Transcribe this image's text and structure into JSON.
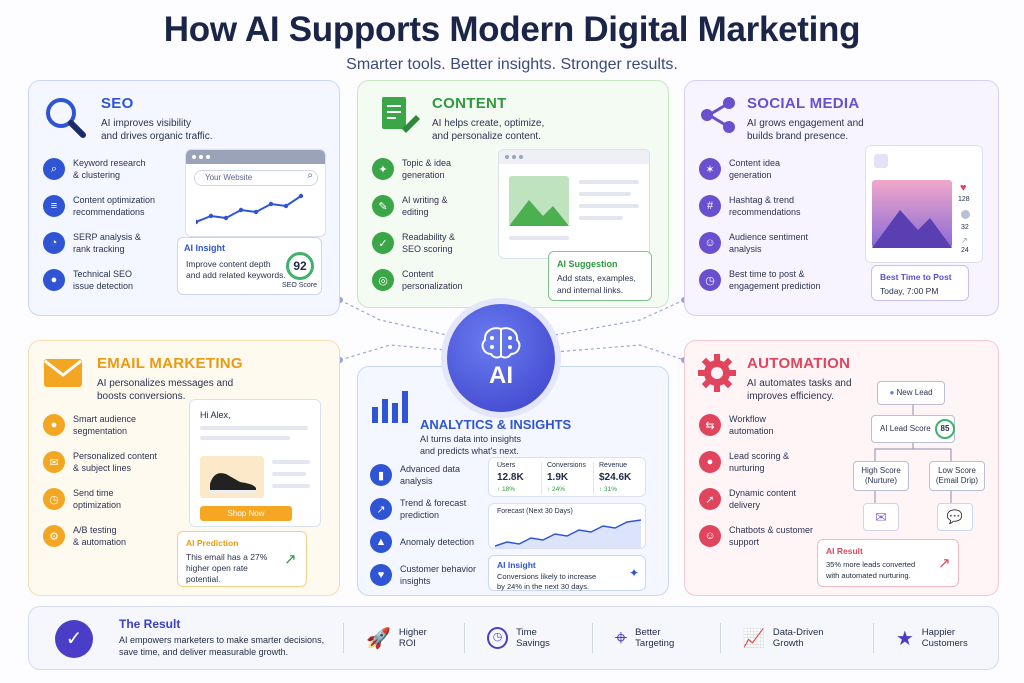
{
  "header": {
    "title": "How AI Supports Modern Digital Marketing",
    "subtitle": "Smarter tools. Better insights. Stronger results."
  },
  "hub": {
    "label": "AI"
  },
  "seo": {
    "title": "SEO",
    "desc1": "AI improves visibility",
    "desc2": "and drives organic traffic.",
    "items": [
      {
        "l1": "Keyword research",
        "l2": "& clustering"
      },
      {
        "l1": "Content optimization",
        "l2": "recommendations"
      },
      {
        "l1": "SERP analysis &",
        "l2": "rank tracking"
      },
      {
        "l1": "Technical SEO",
        "l2": "issue detection"
      }
    ],
    "browser_placeholder": "Your Website",
    "insight": {
      "title": "AI Insight",
      "l1": "Improve content depth",
      "l2": "and add related keywords.",
      "score": "92",
      "score_label": "SEO Score"
    }
  },
  "content": {
    "title": "CONTENT",
    "desc1": "AI helps create, optimize,",
    "desc2": "and personalize content.",
    "items": [
      {
        "l1": "Topic & idea",
        "l2": "generation"
      },
      {
        "l1": "AI writing &",
        "l2": "editing"
      },
      {
        "l1": "Readability &",
        "l2": "SEO scoring"
      },
      {
        "l1": "Content",
        "l2": "personalization"
      }
    ],
    "suggestion": {
      "title": "AI Suggestion",
      "l1": "Add stats, examples,",
      "l2": "and internal links."
    }
  },
  "social": {
    "title": "SOCIAL MEDIA",
    "desc1": "AI grows engagement and",
    "desc2": "builds brand presence.",
    "items": [
      {
        "l1": "Content idea",
        "l2": "generation"
      },
      {
        "l1": "Hashtag & trend",
        "l2": "recommendations"
      },
      {
        "l1": "Audience sentiment",
        "l2": "analysis"
      },
      {
        "l1": "Best time to post &",
        "l2": "engagement prediction"
      }
    ],
    "likes": "128",
    "comments": "32",
    "shares": "24",
    "best_time": {
      "title": "Best Time to Post",
      "value": "Today, 7:00 PM"
    }
  },
  "email": {
    "title": "EMAIL MARKETING",
    "desc1": "AI personalizes messages and",
    "desc2": "boosts conversions.",
    "items": [
      {
        "l1": "Smart audience",
        "l2": "segmentation"
      },
      {
        "l1": "Personalized content",
        "l2": "& subject lines"
      },
      {
        "l1": "Send time",
        "l2": "optimization"
      },
      {
        "l1": "A/B testing",
        "l2": "& automation"
      }
    ],
    "greeting": "Hi Alex,",
    "cta": "Shop Now",
    "prediction": {
      "title": "AI Prediction",
      "l1": "This email has a 27%",
      "l2": "higher open rate",
      "l3": "potential."
    }
  },
  "analytics": {
    "title": "ANALYTICS & INSIGHTS",
    "desc1": "AI turns data into insights",
    "desc2": "and predicts what's next.",
    "items": [
      {
        "l1": "Advanced data",
        "l2": "analysis"
      },
      {
        "l1": "Trend & forecast",
        "l2": "prediction"
      },
      {
        "l1": "Anomaly detection",
        "l2": ""
      },
      {
        "l1": "Customer behavior",
        "l2": "insights"
      }
    ],
    "kpis": [
      {
        "label": "Users",
        "value": "12.8K",
        "delta": "↑ 18%"
      },
      {
        "label": "Conversions",
        "value": "1.9K",
        "delta": "↑ 24%"
      },
      {
        "label": "Revenue",
        "value": "$24.6K",
        "delta": "↑ 31%"
      }
    ],
    "forecast_label": "Forecast (Next 30 Days)",
    "insight": {
      "title": "AI Insight",
      "l1": "Conversions likely to increase",
      "l2": "by 24% in the next 30 days."
    }
  },
  "automation": {
    "title": "AUTOMATION",
    "desc1": "AI automates tasks and",
    "desc2": "improves efficiency.",
    "items": [
      {
        "l1": "Workflow",
        "l2": "automation"
      },
      {
        "l1": "Lead scoring &",
        "l2": "nurturing"
      },
      {
        "l1": "Dynamic content",
        "l2": "delivery"
      },
      {
        "l1": "Chatbots & customer",
        "l2": "support"
      }
    ],
    "flow": {
      "new_lead": "New Lead",
      "score_label": "AI Lead Score",
      "score": "85",
      "high1": "High Score",
      "high2": "(Nurture)",
      "low1": "Low Score",
      "low2": "(Email Drip)"
    },
    "result": {
      "title": "AI Result",
      "l1": "35% more leads converted",
      "l2": "with automated nurturing."
    }
  },
  "result": {
    "title": "The Result",
    "l1": "AI empowers marketers to make smarter decisions,",
    "l2": "save time, and deliver measurable growth.",
    "benefits": [
      "Higher ROI",
      "Time Savings",
      "Better Targeting",
      "Data-Driven Growth",
      "Happier Customers"
    ]
  },
  "colors": {
    "seo": "#2f55d4",
    "content": "#2e9a3e",
    "social": "#6a4fcf",
    "email": "#e89a12",
    "analytics": "#2f55d4",
    "automation": "#e0455d"
  }
}
